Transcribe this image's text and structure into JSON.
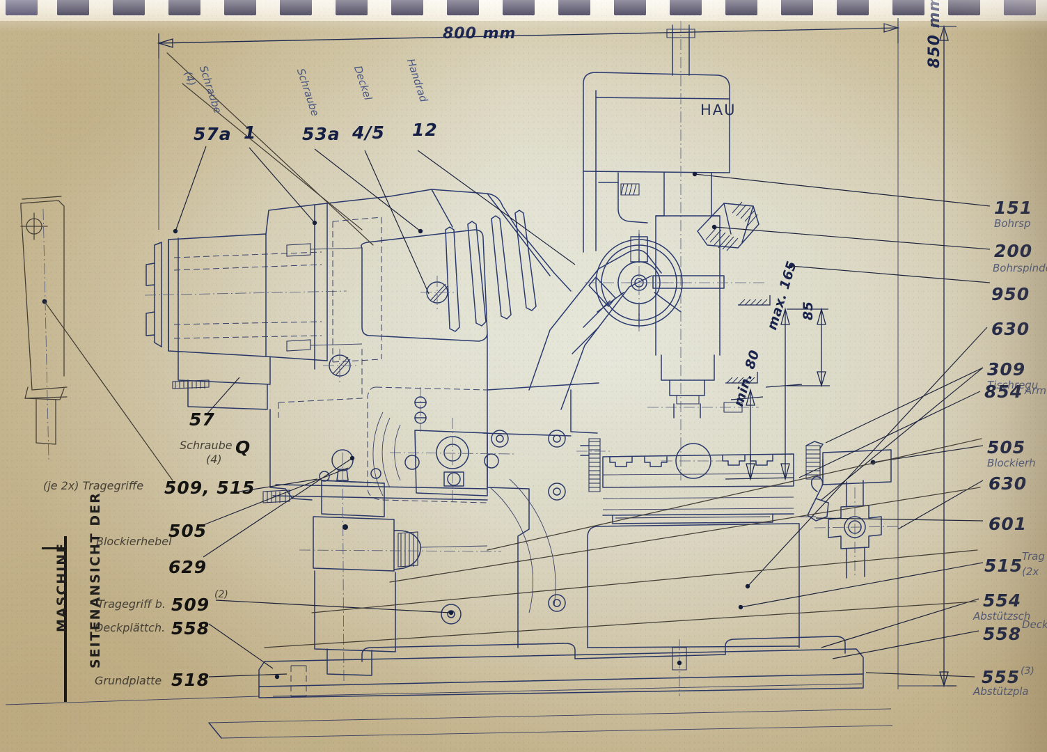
{
  "document": {
    "type": "engineering-drawing",
    "title_vertical_line1": "SEITENANSICHT DER",
    "title_vertical_line2": "MASCHINE",
    "language": "de"
  },
  "dimensions": {
    "overall_width": "800 mm",
    "overall_height": "850 mm",
    "table_travel_max": "max. 165",
    "table_travel_min": "min. 80",
    "spindle_stroke": "85"
  },
  "machine_text": {
    "haupt_label": "HAU"
  },
  "callouts_top": [
    {
      "number": "57a",
      "word": "Schraube",
      "qty": "(4)"
    },
    {
      "number": "1",
      "word": "",
      "qty": ""
    },
    {
      "number": "53a",
      "word": "Schraube",
      "qty": ""
    },
    {
      "number": "4/5",
      "word": "Deckel",
      "qty": ""
    },
    {
      "number": "12",
      "word": "Handrad",
      "qty": ""
    }
  ],
  "callouts_left": [
    {
      "number": "57",
      "word": "Schraube",
      "qty": "(4)",
      "mark": "Q"
    },
    {
      "number": "509, 515",
      "word": "(je 2x) Tragegriffe",
      "qty": ""
    },
    {
      "number": "505",
      "word": "Blockierhebel",
      "qty": ""
    },
    {
      "number": "629",
      "word": "",
      "qty": ""
    },
    {
      "number": "509",
      "word": "Tragegriff b.",
      "qty": "(2)"
    },
    {
      "number": "558",
      "word": "Deckplättch.",
      "qty": ""
    },
    {
      "number": "518",
      "word": "Grundplatte",
      "qty": ""
    }
  ],
  "callouts_right": [
    {
      "number": "151",
      "word": "Bohrsp",
      "qty": ""
    },
    {
      "number": "200",
      "word": "Bohrspindel",
      "qty": ""
    },
    {
      "number": "950",
      "word": "",
      "qty": ""
    },
    {
      "number": "630",
      "word": "",
      "qty": ""
    },
    {
      "number": "309",
      "word": "Tischregu",
      "qty": ""
    },
    {
      "number": "854",
      "word": "Arm",
      "qty": ""
    },
    {
      "number": "505",
      "word": "Blockierh",
      "qty": ""
    },
    {
      "number": "630",
      "word": "",
      "qty": ""
    },
    {
      "number": "601",
      "word": "",
      "qty": ""
    },
    {
      "number": "515",
      "word": "Trag",
      "qty": "(2x"
    },
    {
      "number": "554",
      "word": "Abstützsch",
      "qty": ""
    },
    {
      "number": "558",
      "word": "Deckplättche",
      "qty": ""
    },
    {
      "number": "555",
      "word": "Abstützpla",
      "qty": "(3)"
    }
  ],
  "colors": {
    "ink_blue": "#2a3a72",
    "ink_black": "#151515",
    "paper": "#e4e4d6",
    "paper_edge": "#cdbf9c",
    "punch_hole": "#130d2e"
  }
}
